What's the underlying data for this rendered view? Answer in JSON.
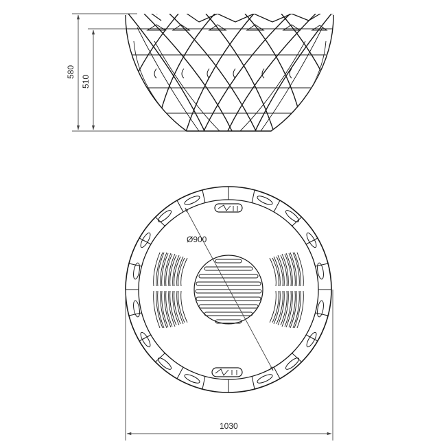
{
  "drawing": {
    "views": [
      {
        "name": "side-elevation",
        "description": "Bowl / fire pit side view with lattice pattern"
      },
      {
        "name": "plan-view",
        "description": "Top view with central round grille and two curved slotted vents, two handles"
      }
    ],
    "dimensions": {
      "overall_height": "580",
      "bowl_height": "510",
      "inner_diameter": "Ø900",
      "overall_width": "1030"
    },
    "line_color": "#1a1a1a",
    "dim_line_color": "#555555",
    "background": "#ffffff"
  }
}
